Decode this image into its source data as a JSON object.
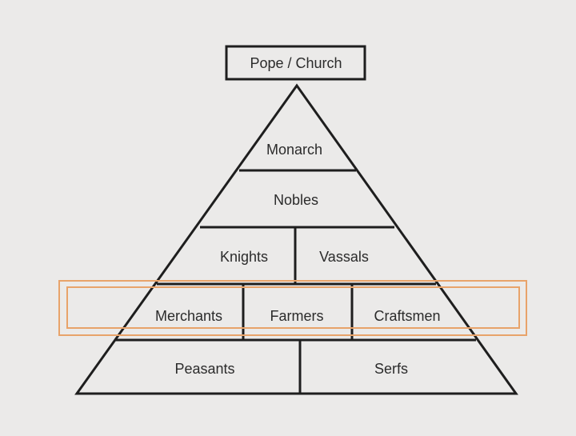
{
  "diagram": {
    "top": {
      "label": "Pope / Church"
    },
    "tiers": [
      {
        "name": "monarch",
        "cells": [
          {
            "label": "Monarch"
          }
        ]
      },
      {
        "name": "nobles",
        "cells": [
          {
            "label": "Nobles"
          }
        ]
      },
      {
        "name": "knights-vassals",
        "cells": [
          {
            "label": "Knights"
          },
          {
            "label": "Vassals"
          }
        ]
      },
      {
        "name": "merchants-farmers-craftsmen",
        "cells": [
          {
            "label": "Merchants"
          },
          {
            "label": "Farmers"
          },
          {
            "label": "Craftsmen"
          }
        ],
        "highlighted": true
      },
      {
        "name": "peasants-serfs",
        "cells": [
          {
            "label": "Peasants"
          },
          {
            "label": "Serfs"
          }
        ]
      }
    ],
    "colors": {
      "background": "#ebeae9",
      "line": "#1e1e1e",
      "highlight": "#e8a36a"
    }
  }
}
